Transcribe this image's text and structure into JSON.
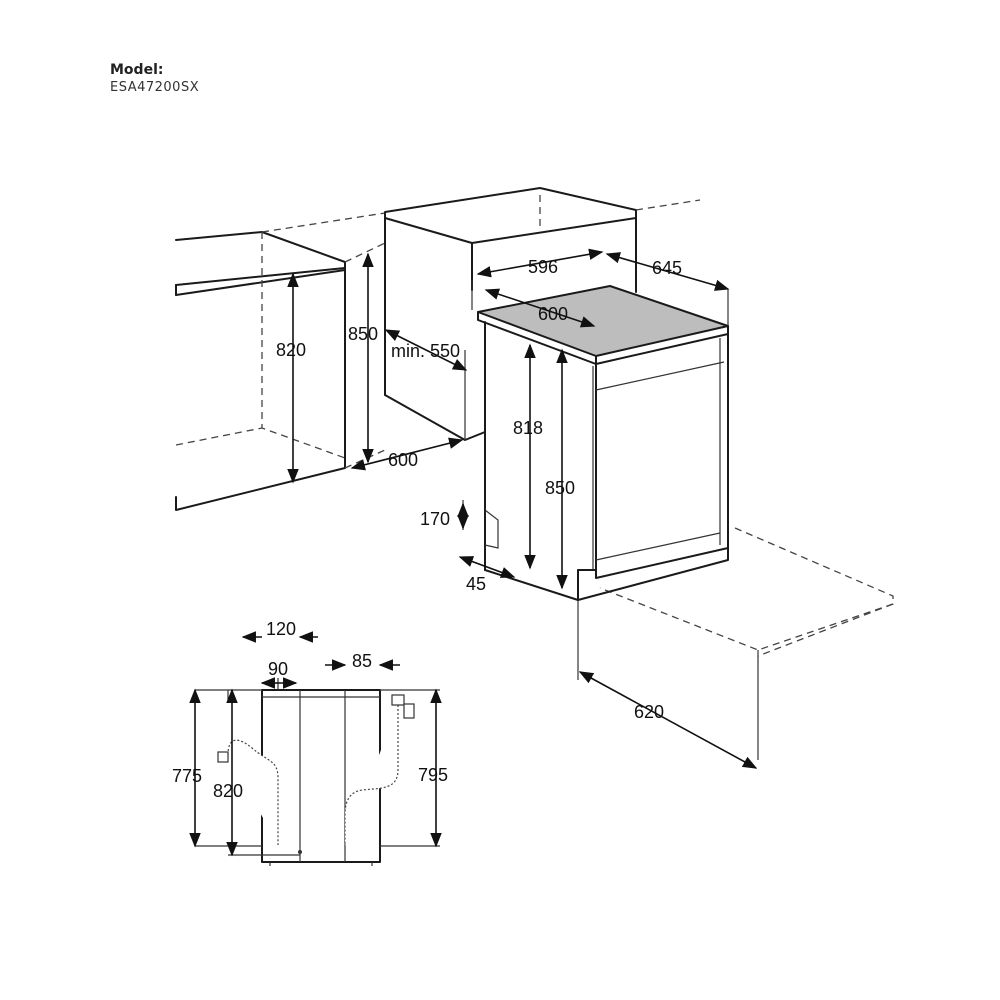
{
  "header": {
    "model_label": "Model:",
    "model_number": "ESA47200SX"
  },
  "dimensions": {
    "niche_height": "820",
    "niche_height_outer": "850",
    "niche_depth_min": "min. 550",
    "niche_width": "600",
    "appliance_width": "596",
    "appliance_depth": "645",
    "appliance_top_width": "600",
    "appliance_height_no_top": "818",
    "appliance_height": "850",
    "plinth_height": "170",
    "plinth_depth": "45",
    "door_open_depth": "620",
    "side_offset_120": "120",
    "side_offset_90": "90",
    "side_offset_85": "85",
    "side_height_775": "775",
    "side_height_820": "820",
    "side_height_795": "795"
  },
  "colors": {
    "worktop": "#bdbdbd",
    "line": "#1a1a1a"
  }
}
